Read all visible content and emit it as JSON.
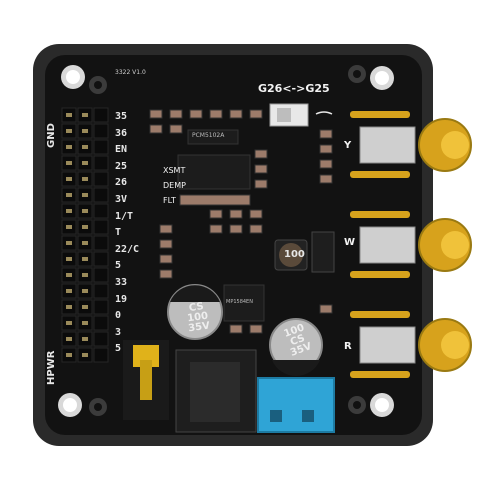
{
  "board": {
    "version": "3322\nV1.0",
    "switch_label": "G26<->G25",
    "led_labels": [
      "XSMT",
      "DEMP",
      "FLT"
    ],
    "left_labels": [
      "GND",
      "HPWR"
    ],
    "pin_labels": [
      "35",
      "36",
      "EN",
      "25",
      "26",
      "3V",
      "1/T",
      "T",
      "22/C",
      "5",
      "33",
      "19",
      "0",
      "3",
      "5"
    ],
    "rca_labels": [
      "Y",
      "W",
      "R"
    ],
    "cap_big": [
      "CS",
      "100",
      "35V"
    ],
    "cap_right": [
      "100",
      "CS",
      "35V"
    ],
    "inductor": "100",
    "chip_top": "PCM5102A",
    "chip_mid": "MP1584EN"
  },
  "colors": {
    "pcb": "#121212",
    "frame": "#2a2a2a",
    "gold": "#d7a21c",
    "blue_connector": "#2fa4d6",
    "yellow_connector": "#e0b21a"
  }
}
